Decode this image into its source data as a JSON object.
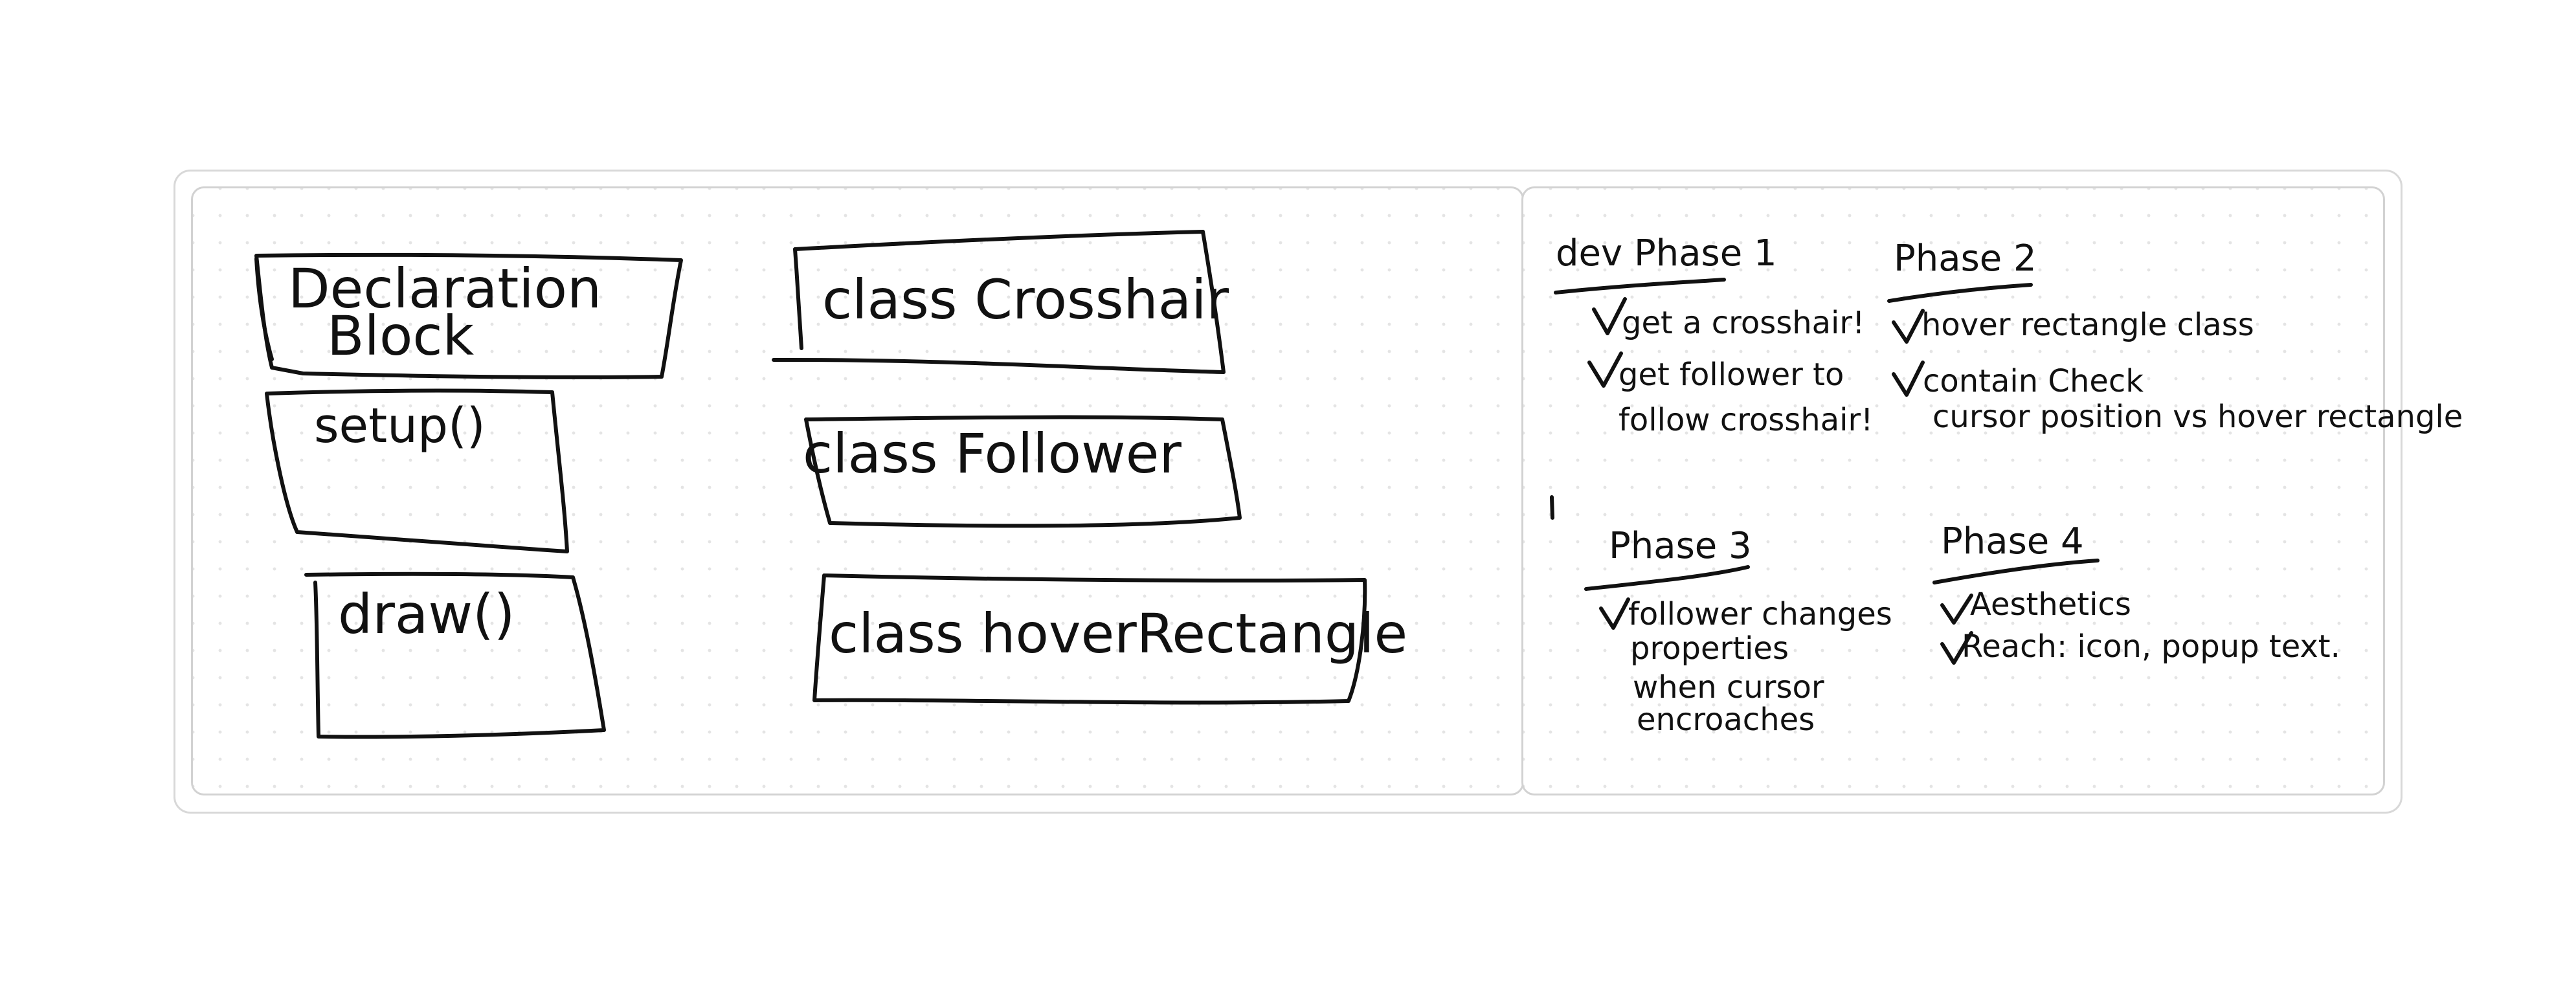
{
  "left_panel": {
    "declaration_line1": "Declaration",
    "declaration_line2": "Block",
    "setup": "setup()",
    "draw": "draw()",
    "class_crosshair": "class Crosshair",
    "class_follower": "class Follower",
    "class_hover": "class hoverRectangle"
  },
  "right_panel": {
    "phase1": {
      "title": "dev Phase 1",
      "item1": "get a crosshair!",
      "item2_line1": "get follower to",
      "item2_line2": "follow crosshair!"
    },
    "phase2": {
      "title": "Phase 2",
      "item1": "hover rectangle class",
      "item2_line1": "contain Check",
      "item2_line2": "cursor position vs hover rectangle"
    },
    "phase3": {
      "title": "Phase 3",
      "item1_line1": "follower changes",
      "item1_line2": "properties",
      "item1_line3": "when cursor",
      "item1_line4": "encroaches"
    },
    "phase4": {
      "title": "Phase 4",
      "item1": "Aesthetics",
      "item2": "Reach: icon, popup text."
    }
  },
  "icons": {
    "check": "checkmark-icon"
  },
  "colors": {
    "ink": "#111111",
    "panel_border": "#d2d2d2",
    "dot_grid": "#e4e4e4"
  }
}
